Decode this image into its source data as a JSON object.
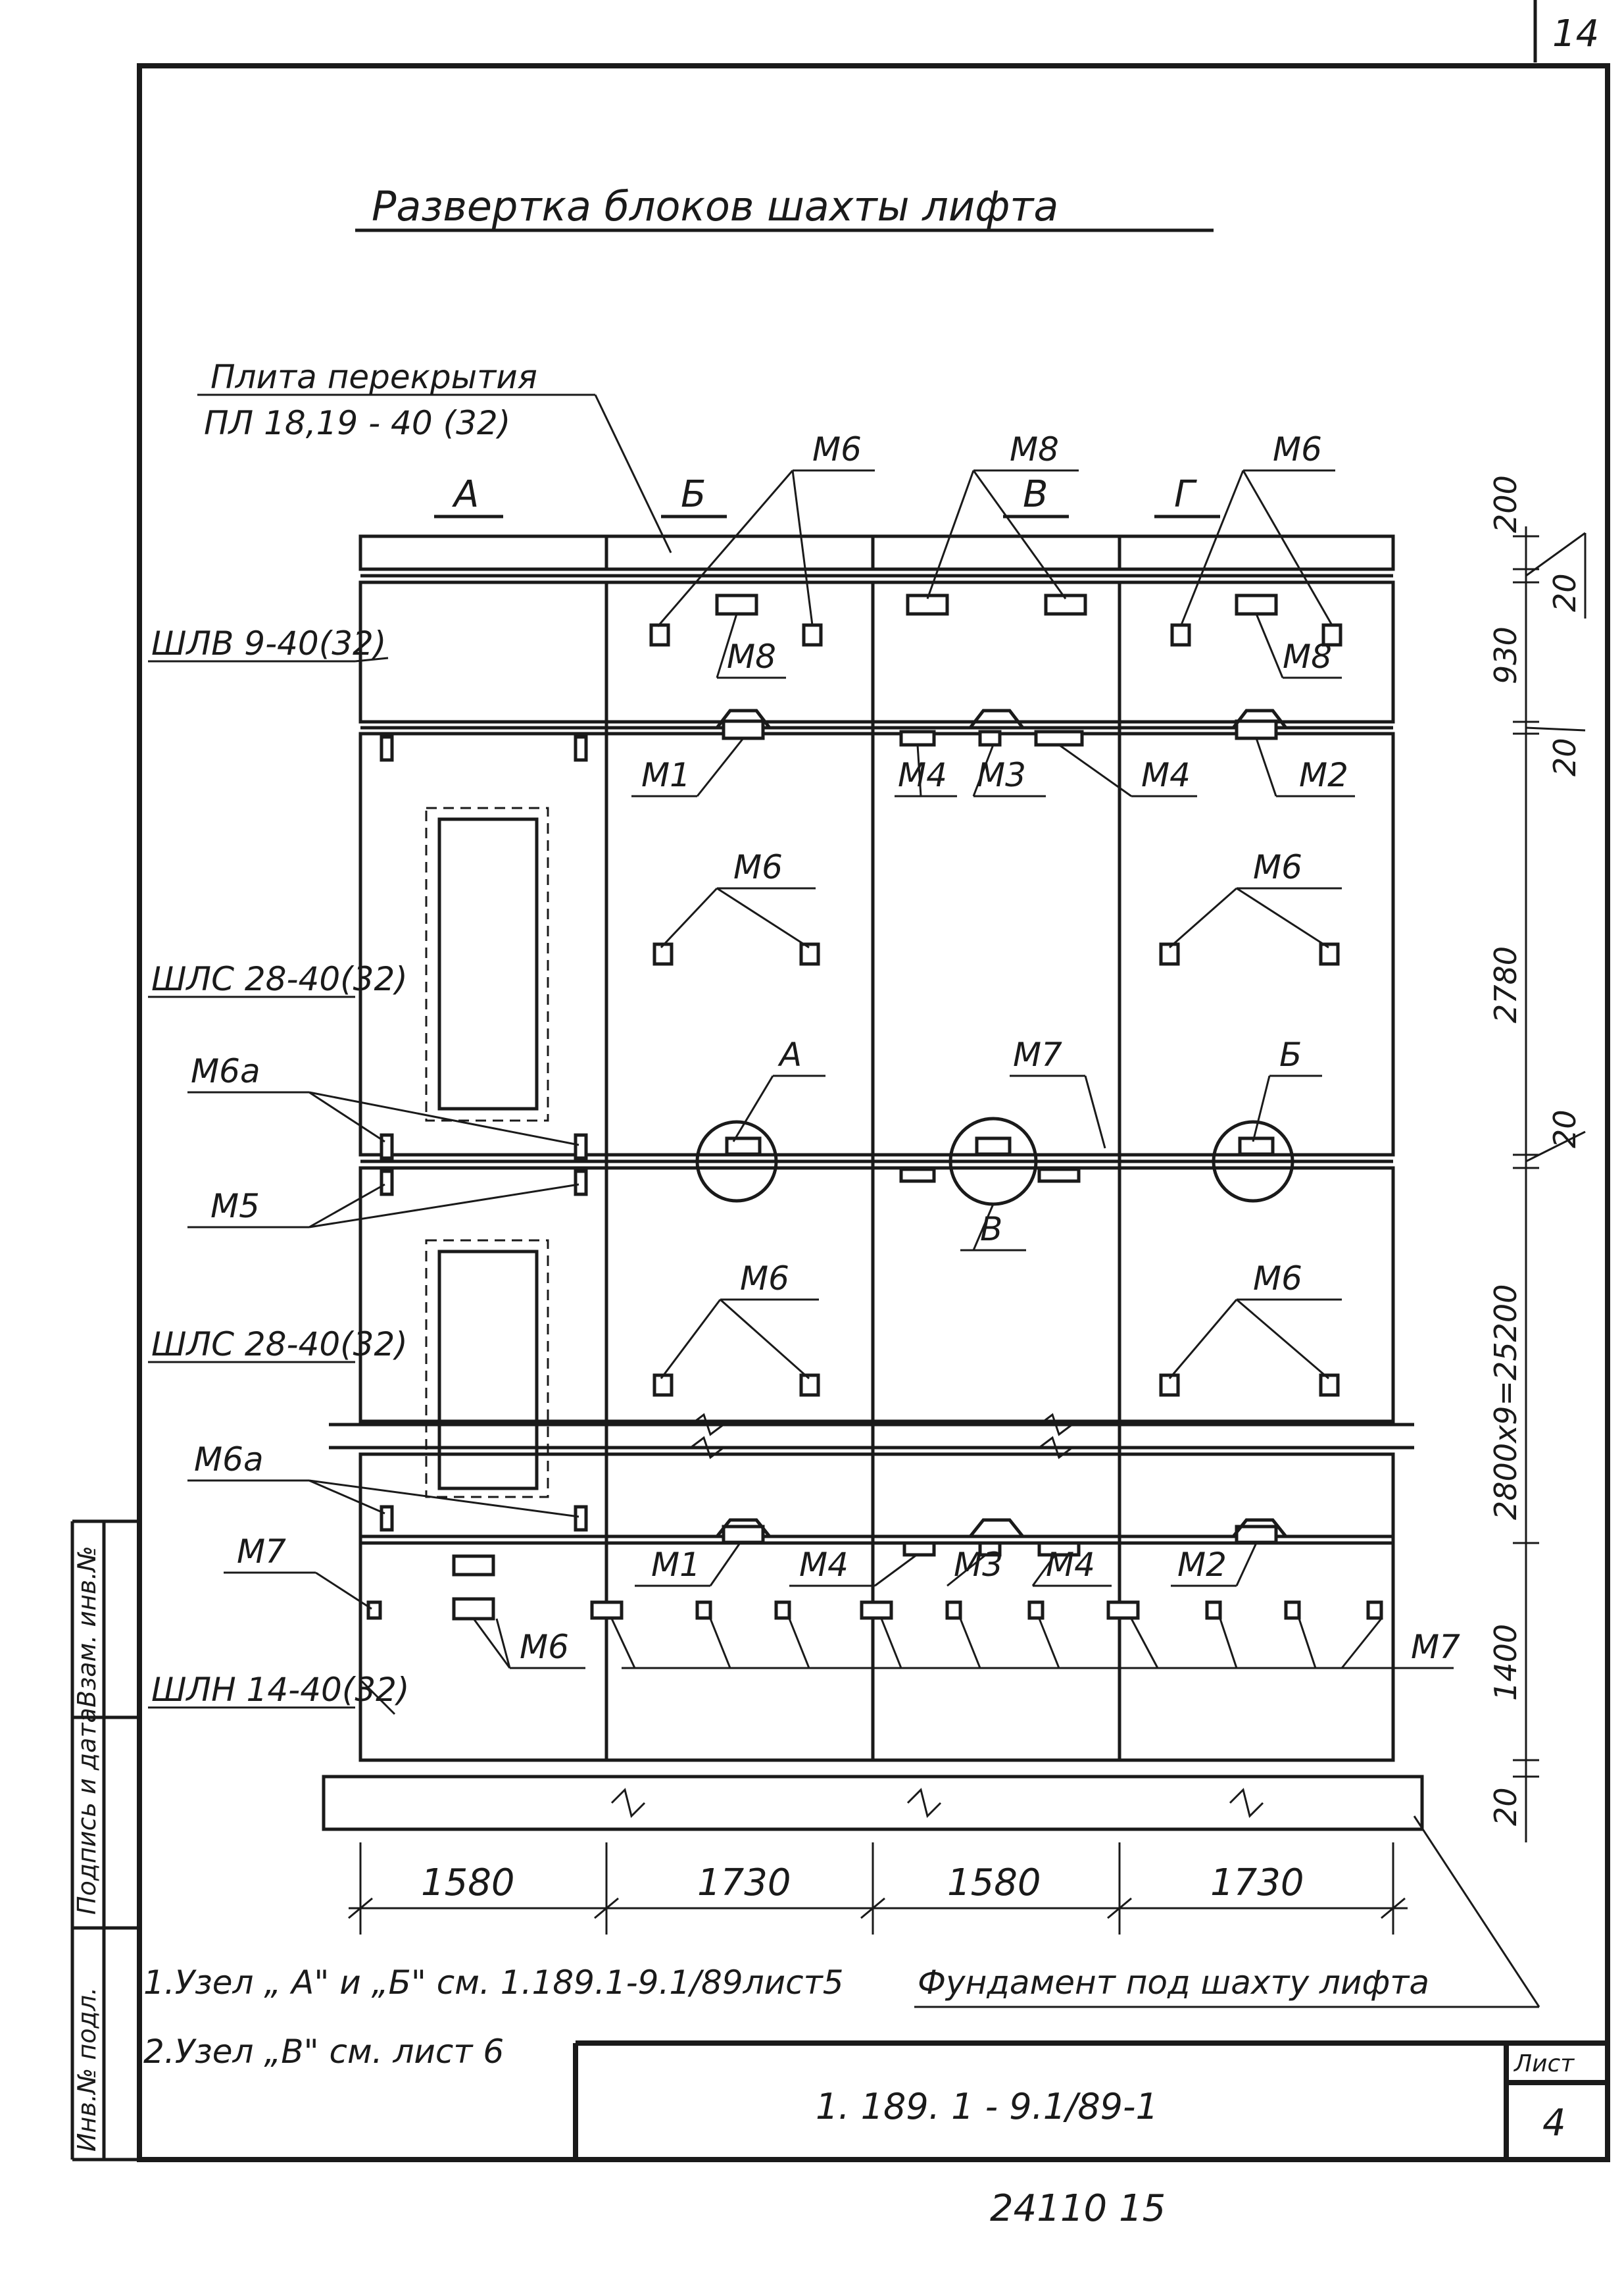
{
  "page_number": "14",
  "title": "Развертка блоков шахты лифта",
  "slab_label": {
    "line1": "Плита перекрытия",
    "line2": "ПЛ 18,19 - 40 (32)"
  },
  "axes": [
    "А",
    "Б",
    "В",
    "Г"
  ],
  "block_labels": {
    "shlv": "ШЛВ 9-40(32)",
    "shls_top": "ШЛС 28-40(32)",
    "shls_mid": "ШЛС 28-40(32)",
    "shln": "ШЛН 14-40(32)"
  },
  "embed_labels": {
    "m6_top_b": "М6",
    "m8_top": "М8",
    "m6_top_g": "М6",
    "m8_b": "М8",
    "m8_g": "М8",
    "m1": "М1",
    "m4_left": "М4",
    "m3": "М3",
    "m4_right": "М4",
    "m2": "М2",
    "m6_b_upper": "М6",
    "m6_g_upper": "М6",
    "m6a_upper": "М6а",
    "m5": "М5",
    "node_a": "А",
    "m7_upper": "М7",
    "node_b": "Б",
    "node_v": "В",
    "m6_b_mid": "М6",
    "m6_g_mid": "М6",
    "m6a_lower": "М6а",
    "m7_left": "М7",
    "m1_bottom": "М1",
    "m4_bottom_left": "М4",
    "m3_bottom": "М3",
    "m4_bottom_right": "М4",
    "m2_bottom": "М2",
    "m6_bottom": "М6",
    "m7_right": "М7"
  },
  "right_dims": [
    "200",
    "20",
    "930",
    "20",
    "2780",
    "20",
    "2800х9=25200",
    "1400",
    "20"
  ],
  "bottom_dims": [
    "1580",
    "1730",
    "1580",
    "1730"
  ],
  "foundation_label": "Фундамент под шахту лифта",
  "notes": [
    "1.Узел „ А\" и „Б\" см. 1.189.1-9.1/89лист5",
    "2.Узел „В\" см. лист 6"
  ],
  "stamp_fields": [
    "Инв.№ подл.",
    "Подпись и дата",
    "Взам. инв.№"
  ],
  "doc_code": "1. 189. 1 - 9.1/89-1",
  "sheet_label": "Лист",
  "sheet_number": "4",
  "footer_code": "24110   15"
}
